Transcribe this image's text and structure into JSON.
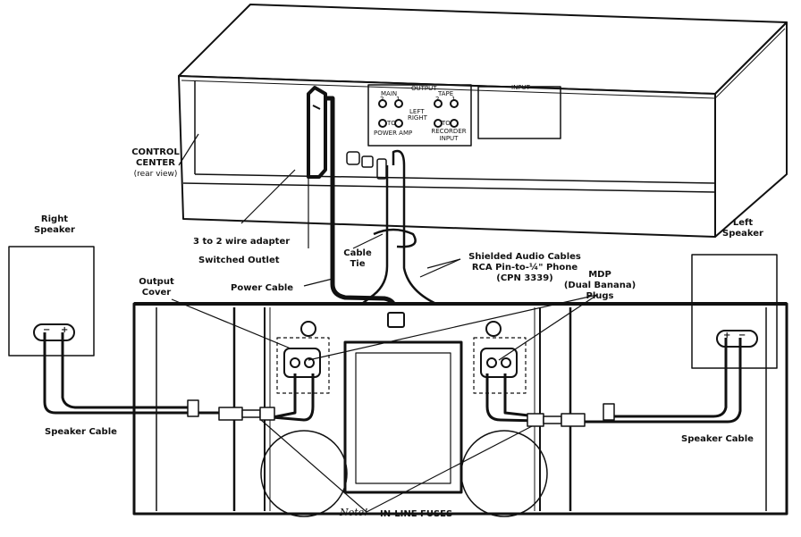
{
  "labels": {
    "control_center": [
      "CONTROL",
      "CENTER",
      "(rear view)"
    ],
    "output_header": "OUTPUT",
    "main": "MAIN",
    "tape": "TAPE",
    "main_jacks": [
      "2",
      "1"
    ],
    "tape_jacks": [
      "2",
      "1"
    ],
    "left": "LEFT",
    "right": "RIGHT",
    "to_1": "TO",
    "to_2": "TO",
    "power_amp": "POWER AMP",
    "recorder_input": [
      "RECORDER",
      "INPUT"
    ],
    "input": "INPUT",
    "adapter": "3 to 2 wire adapter",
    "switched_outlet": "Switched Outlet",
    "cable_tie": [
      "Cable",
      "Tie"
    ],
    "shielded": [
      "Shielded Audio Cables",
      "RCA Pin-to-¼\" Phone",
      "(CPN 3339)"
    ],
    "power_cable": "Power Cable",
    "output_cover": [
      "Output",
      "Cover"
    ],
    "mdp": [
      "MDP",
      "(Dual Banana)",
      "Plugs"
    ],
    "right_speaker": [
      "Right",
      "Speaker"
    ],
    "left_speaker": [
      "Left",
      "Speaker"
    ],
    "speaker_cable_left": "Speaker Cable",
    "speaker_cable_right": "Speaker Cable",
    "note": "Note!",
    "inline_fuses": "IN-LINE FUSES",
    "minus": "−",
    "plus": "+"
  }
}
